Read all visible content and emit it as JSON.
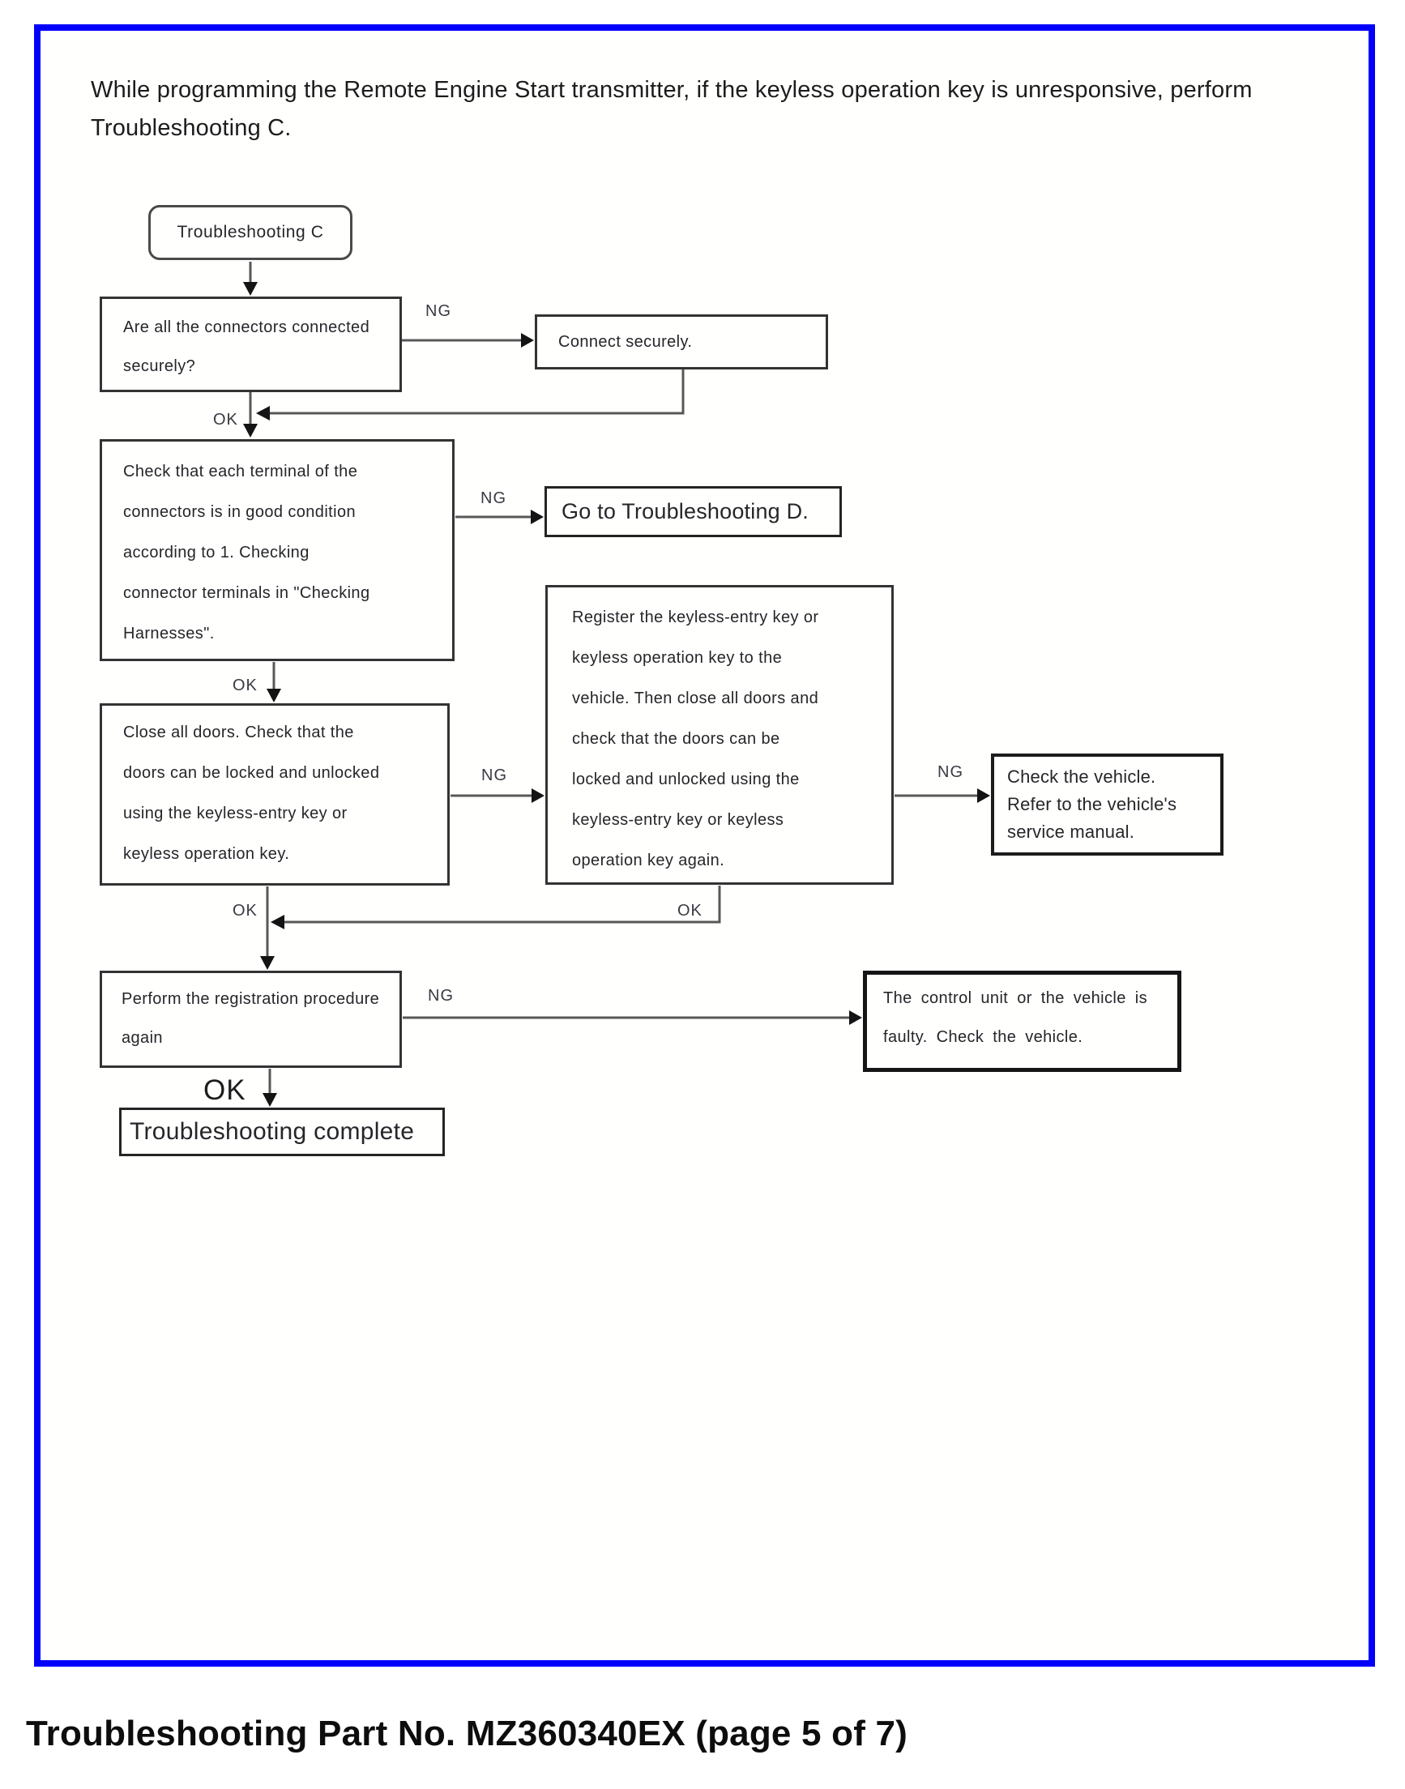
{
  "page": {
    "intro": "While programming the Remote Engine Start transmitter, if the keyless operation key is unresponsive, perform Troubleshooting C.",
    "caption": "Troubleshooting Part No. MZ360340EX (page 5 of 7)",
    "border_color": "#0101fb"
  },
  "labels": {
    "ok": "OK",
    "ng": "NG"
  },
  "flowchart": {
    "start": "Troubleshooting C",
    "nodes": {
      "connectors_question": "Are all the connectors connected\nsecurely?",
      "connect_securely": "Connect securely.",
      "check_terminals": "Check that each terminal of the\nconnectors is in good condition\naccording to 1. Checking\nconnector terminals in \"Checking\nHarnesses\".",
      "goto_troubleshooting_d": "Go to Troubleshooting D.",
      "close_all_doors": "Close all doors. Check that the\ndoors can be locked and unlocked\nusing the keyless-entry key or\nkeyless operation key.",
      "register_key": "Register the keyless-entry key or\nkeyless operation key to the\nvehicle. Then close all doors and\ncheck that the doors can be\nlocked and unlocked using the\nkeyless-entry key or keyless\noperation key again.",
      "check_vehicle": "Check the vehicle.\nRefer to the vehicle's\nservice manual.",
      "perform_registration": "Perform the registration procedure\nagain",
      "control_unit_faulty": "The control unit or the vehicle is\nfaulty. Check the vehicle.",
      "complete": "Troubleshooting complete"
    }
  }
}
